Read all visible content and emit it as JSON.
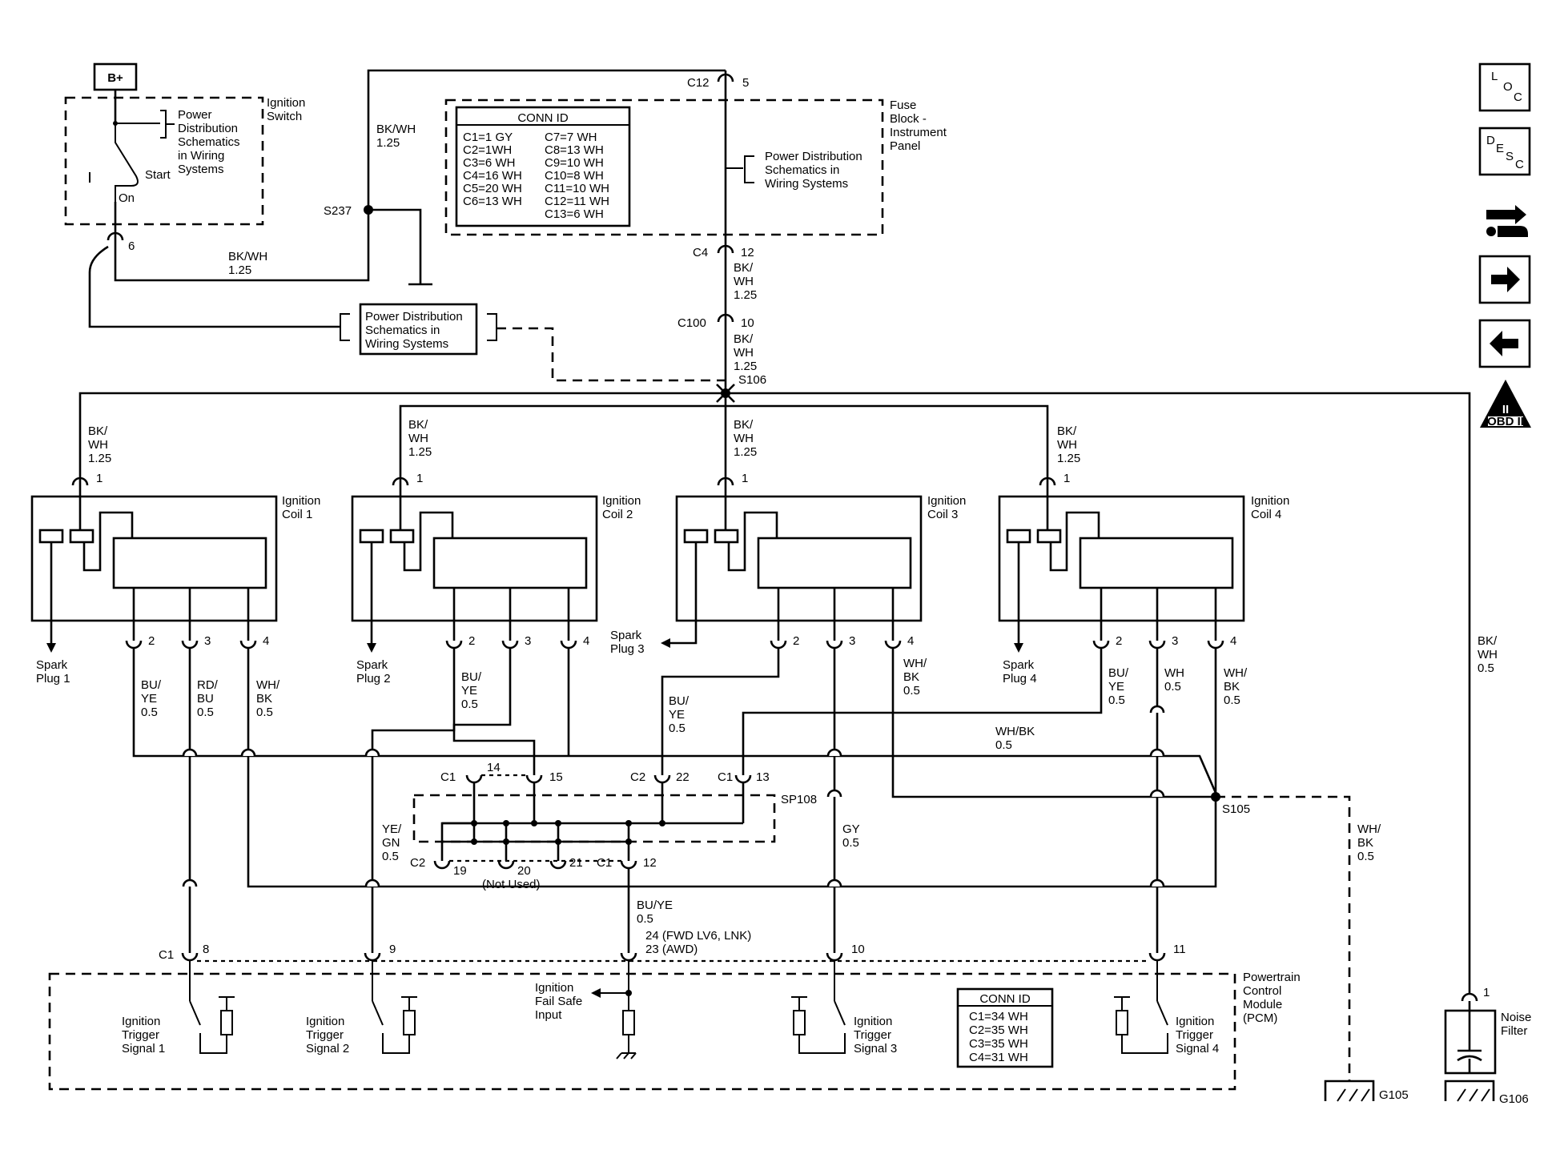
{
  "battery": "B+",
  "ign_switch": {
    "title": [
      "Ignition",
      "Switch"
    ],
    "note": [
      "Power",
      "Distribution",
      "Schematics",
      "in Wiring",
      "Systems"
    ],
    "start": "Start",
    "on": "On",
    "pin": "6"
  },
  "wires": {
    "bkwh": "BK/WH",
    "size125": "1.25",
    "bk": "BK/",
    "wh": "WH",
    "size05": "0.5"
  },
  "fuse_block": {
    "title": [
      "Fuse",
      "Block -",
      "Instrument",
      "Panel"
    ],
    "note": [
      "Power Distribution",
      "Schematics in",
      "Wiring  Systems"
    ],
    "conn_title": "CONN ID",
    "conn_left": [
      "C1=1 GY",
      "C2=1WH",
      "C3=6 WH",
      "C4=16 WH",
      "C5=20 WH",
      "C6=13 WH"
    ],
    "conn_right": [
      "C7=7 WH",
      "C8=13 WH",
      "C9=10 WH",
      "C10=8 WH",
      "C11=10 WH",
      "C12=11 WH",
      "C13=6 WH"
    ]
  },
  "connectors": {
    "c12": "C12",
    "c12_pin": "5",
    "c4": "C4",
    "c4_pin": "12",
    "c100": "C100",
    "c100_pin": "10"
  },
  "splices": {
    "s237": "S237",
    "s106": "S106",
    "s105": "S105",
    "sp108": "SP108"
  },
  "pd_box": [
    "Power Distribution",
    "Schematics in",
    "Wiring Systems"
  ],
  "coils": [
    {
      "title": [
        "Ignition",
        "Coil 1"
      ],
      "spark": [
        "Spark",
        "Plug 1"
      ],
      "w2": [
        "BU/",
        "YE",
        "0.5"
      ],
      "w3": [
        "RD/",
        "BU",
        "0.5"
      ],
      "w4": [
        "WH/",
        "BK",
        "0.5"
      ]
    },
    {
      "title": [
        "Ignition",
        "Coil 2"
      ],
      "spark": [
        "Spark",
        "Plug 2"
      ],
      "w2": [
        "BU/",
        "YE",
        "0.5"
      ]
    },
    {
      "title": [
        "Ignition",
        "Coil 3"
      ],
      "spark": [
        "Spark",
        "Plug 3"
      ],
      "w2": [
        "BU/",
        "YE",
        "0.5"
      ],
      "w4": [
        "WH/",
        "BK",
        "0.5"
      ]
    },
    {
      "title": [
        "Ignition",
        "Coil 4"
      ],
      "spark": [
        "Spark",
        "Plug 4"
      ],
      "w2": [
        "BU/",
        "YE",
        "0.5"
      ],
      "w3": [
        "WH",
        "0.5"
      ],
      "w4": [
        "WH/",
        "BK",
        "0.5"
      ]
    }
  ],
  "pins": {
    "p1": "1",
    "p2": "2",
    "p3": "3",
    "p4": "4"
  },
  "sp108": {
    "c1": "C1",
    "c2": "C2",
    "p14": "14",
    "p15": "15",
    "p22": "22",
    "p13": "13",
    "p19": "19",
    "p20": "20",
    "not_used": "(Not Used)",
    "p21": "21",
    "p12": "12",
    "ye_gn": [
      "YE/",
      "GN",
      "0.5"
    ],
    "gy": [
      "GY",
      "0.5"
    ],
    "wh_bk_label": [
      "WH/BK",
      "0.5"
    ],
    "wh_bk_ground": [
      "WH/",
      "BK",
      "0.5"
    ]
  },
  "pcm": {
    "title": [
      "Powertrain",
      "Control",
      "Module",
      "(PCM)"
    ],
    "c1": "C1",
    "pins": [
      "8",
      "9",
      "10",
      "11"
    ],
    "bu_ye": [
      "BU/YE",
      "0.5"
    ],
    "pin24": "24 (FWD LV6, LNK)",
    "pin23": "23 (AWD)",
    "fail_safe": [
      "Ignition",
      "Fail Safe",
      "Input"
    ],
    "sig1": [
      "Ignition",
      "Trigger",
      "Signal 1"
    ],
    "sig2": [
      "Ignition",
      "Trigger",
      "Signal 2"
    ],
    "sig3": [
      "Ignition",
      "Trigger",
      "Signal 3"
    ],
    "sig4": [
      "Ignition",
      "Trigger",
      "Signal 4"
    ],
    "conn_title": "CONN ID",
    "conn": [
      "C1=34 WH",
      "C2=35 WH",
      "C3=35 WH",
      "C4=31 WH"
    ]
  },
  "noise": {
    "title": [
      "Noise",
      "Filter"
    ],
    "pin": "1",
    "wire": [
      "BK/",
      "WH",
      "0.5"
    ]
  },
  "grounds": {
    "g105": "G105",
    "g106": "G106"
  },
  "nav": {
    "loc": [
      "L",
      "O",
      "C"
    ],
    "desc": [
      "D",
      "E",
      "S",
      "C"
    ],
    "obd": "OBD II",
    "obd_num": "II"
  }
}
